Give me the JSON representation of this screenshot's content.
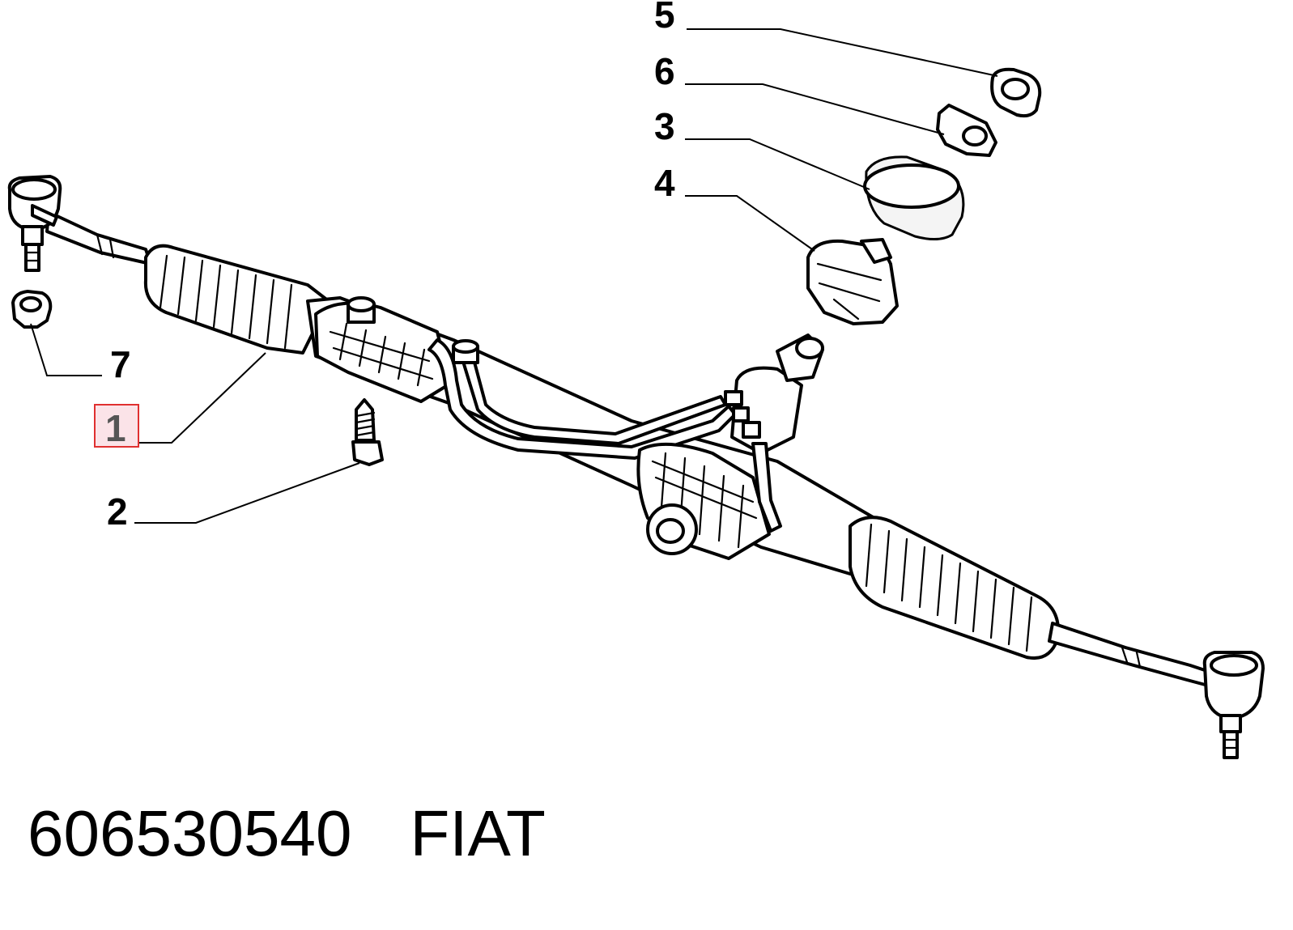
{
  "callouts": {
    "c1": "1",
    "c2": "2",
    "c3": "3",
    "c4": "4",
    "c5": "5",
    "c6": "6",
    "c7": "7"
  },
  "highlight": {
    "callout": "1",
    "fill": "#fbe3e8",
    "stroke": "#e03030",
    "text_color": "#555555"
  },
  "footer": {
    "part_number": "606530540",
    "brand": "FIAT"
  }
}
